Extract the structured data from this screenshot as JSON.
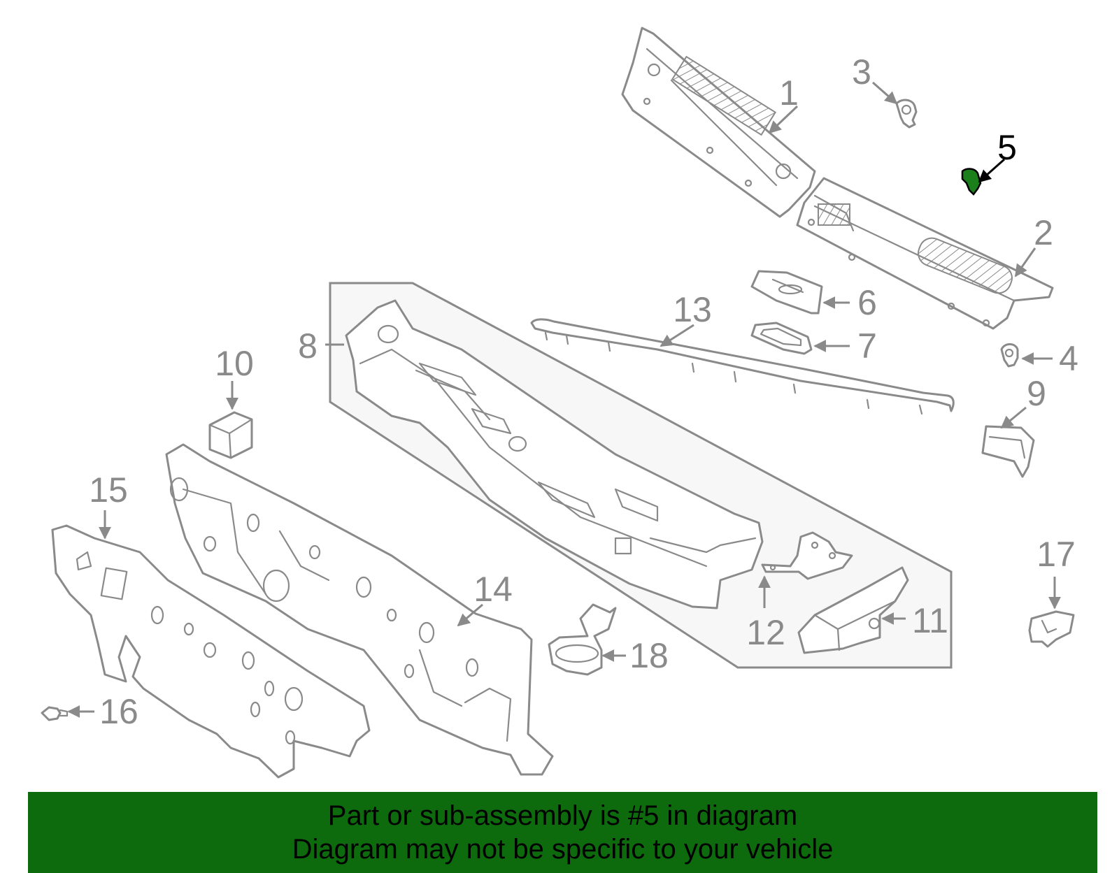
{
  "diagram": {
    "callouts": [
      "1",
      "2",
      "3",
      "4",
      "5",
      "6",
      "7",
      "8",
      "9",
      "10",
      "11",
      "12",
      "13",
      "14",
      "15",
      "16",
      "17",
      "18"
    ],
    "highlighted_callout": "5",
    "colors": {
      "line": "#8a8a8a",
      "highlight_fill": "#1b7f1b",
      "banner_bg": "#0d6b0d",
      "highlight_text": "#000000"
    }
  },
  "banner": {
    "line1": "Part or sub-assembly is #5 in diagram",
    "line2": "Diagram may not be specific to your vehicle"
  }
}
